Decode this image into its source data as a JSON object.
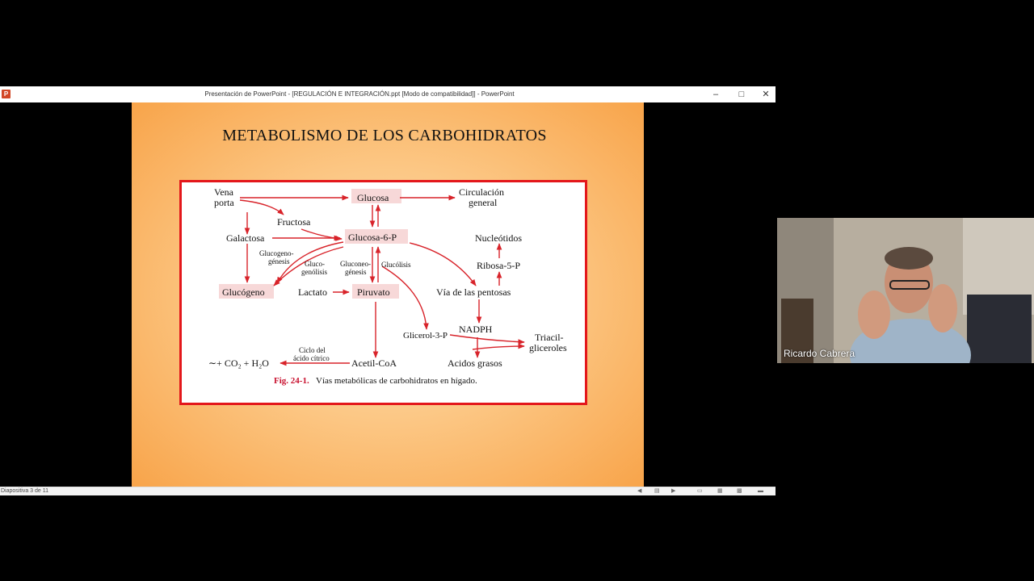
{
  "window": {
    "title": "Presentación de PowerPoint - [REGULACIÓN E INTEGRACIÓN.ppt [Modo de compatibilidad]] - PowerPoint",
    "icon": "powerpoint-icon",
    "icon_letter": "P",
    "minimize": "–",
    "maximize": "□",
    "close": "✕"
  },
  "slide": {
    "title": "METABOLISMO DE LOS CARBOHIDRATOS",
    "diagram": {
      "vena_1": "Vena",
      "vena_2": "porta",
      "glucosa": "Glucosa",
      "circulacion_1": "Circulación",
      "circulacion_2": "general",
      "fructosa": "Fructosa",
      "galactosa": "Galactosa",
      "glucosa6p": "Glucosa-6-P",
      "nucleotidos": "Nucleótidos",
      "glucogenogenesis_1": "Glucogeno-",
      "glucogenogenesis_2": "génesis",
      "glucogenolisis_1": "Gluco-",
      "glucogenolisis_2": "genólisis",
      "gluconeogenesis_1": "Gluconeo-",
      "gluconeogenesis_2": "génesis",
      "glucolisis": "Glucólisis",
      "ribosa": "Ribosa-5-P",
      "glucogeno": "Glucógeno",
      "lactato": "Lactato",
      "piruvato": "Piruvato",
      "via_pentosas": "Vía de las pentosas",
      "glicerol": "Glicerol-3-P",
      "nadph": "NADPH",
      "triacil_1": "Triacil-",
      "triacil_2": "gliceroles",
      "ciclo_1": "Ciclo del",
      "ciclo_2": "ácido cítrico",
      "co2": "∼+ CO₂ + H₂O",
      "acetil": "Acetil-CoA",
      "acidos": "Acidos grasos",
      "caption_fig": "Fig. 24-1.",
      "caption_text": "Vías metabólicas de carbohidratos en hígado."
    }
  },
  "status": {
    "slide_counter": "Diapositiva 3 de 11"
  },
  "video": {
    "participant_name": "Ricardo Cabrera"
  },
  "colors": {
    "arrow": "#d8232a",
    "border": "#e3171b",
    "caption": "#c8102e"
  }
}
